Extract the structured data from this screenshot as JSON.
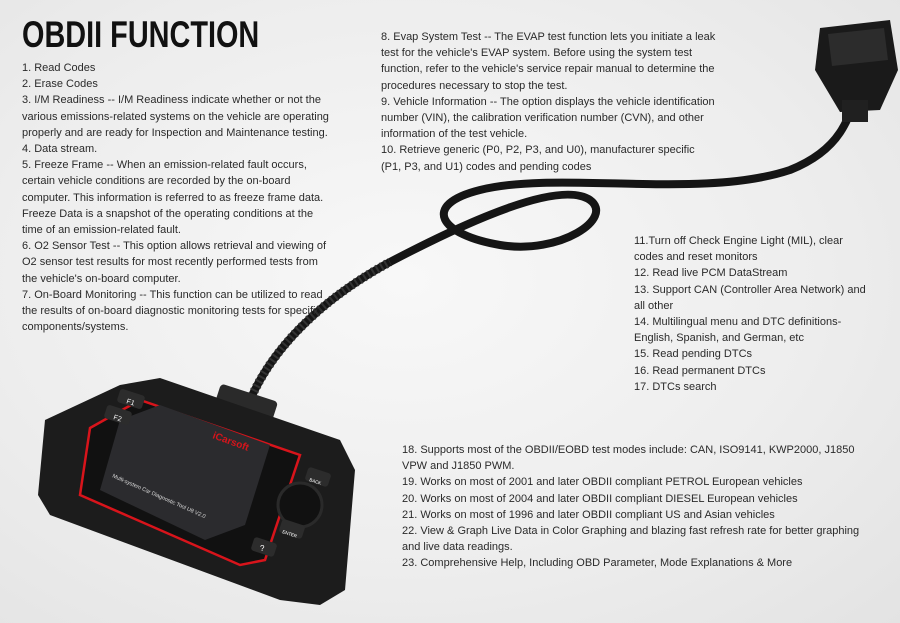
{
  "title": "OBDII FUNCTION",
  "device": {
    "brand": "iCarsoft",
    "model_text": "Multi-system Car Diagnostic Tool U8 V2.0",
    "buttons": [
      "F1",
      "F2",
      "BACK",
      "ENTER",
      "?"
    ]
  },
  "features_left": [
    "1. Read Codes",
    "2. Erase Codes",
    "3. I/M Readiness -- I/M Readiness indicate whether or not the various emissions-related systems on the vehicle are operating properly and are ready for Inspection and Maintenance testing.",
    "4. Data stream.",
    "5. Freeze Frame -- When an emission-related fault occurs, certain vehicle conditions are recorded by the on-board computer. This information is referred to as freeze frame data. Freeze Data is a snapshot of the operating conditions at the time of an emission-related fault.",
    "6. O2 Sensor Test -- This option allows retrieval and viewing of O2 sensor test results for most recently performed tests from the vehicle's on-board computer.",
    "7. On-Board Monitoring -- This function can be utilized to read the results of on-board diagnostic monitoring tests for specific components/systems."
  ],
  "features_top_right": [
    "8. Evap System Test -- The EVAP test function lets you initiate a leak test for the vehicle's EVAP system. Before using the system test function, refer to the vehicle's service repair manual to determine the procedures necessary to stop the test.",
    "9. Vehicle Information -- The option displays the vehicle identification number (VIN), the calibration verification number (CVN), and other information of the test vehicle.",
    "10. Retrieve generic (P0, P2, P3, and U0), manufacturer specific (P1, P3, and U1) codes and pending codes"
  ],
  "features_mid_right": [
    "11.Turn off Check Engine Light (MIL), clear codes and reset monitors",
    "12. Read live PCM DataStream",
    "13. Support CAN (Controller Area Network) and all other",
    "14. Multilingual menu and DTC definitions-English, Spanish, and German, etc",
    "15. Read pending DTCs",
    "16. Read permanent DTCs",
    "17. DTCs search"
  ],
  "features_bottom_right": [
    "18. Supports most of the OBDII/EOBD test modes include: CAN, ISO9141, KWP2000, J1850 VPW and J1850 PWM.",
    "19. Works on most of 2001 and later OBDII compliant PETROL European vehicles",
    "20. Works on most of 2004 and later OBDII compliant DIESEL European vehicles",
    "21. Works on most of 1996 and later OBDII compliant US and Asian vehicles",
    "22. View & Graph Live Data in Color Graphing and blazing fast refresh rate for better graphing and live data readings.",
    "23. Comprehensive Help, Including OBD Parameter, Mode Explanations & More"
  ],
  "colors": {
    "accent": "#d8141b",
    "device_body": "#1c1c1c",
    "text": "#2a2a2a"
  }
}
